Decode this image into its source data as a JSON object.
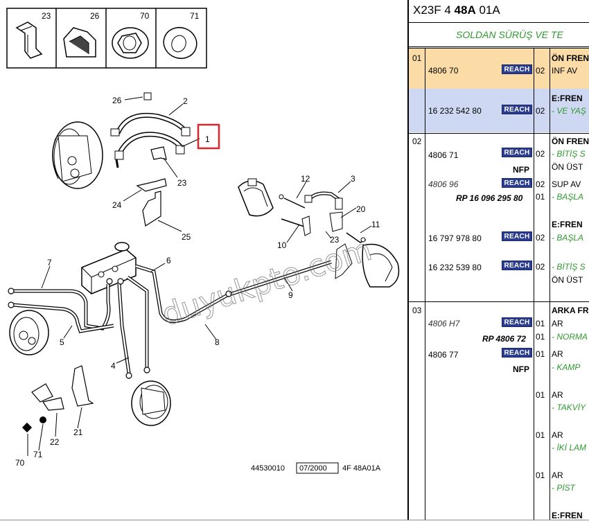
{
  "diagram": {
    "ref_code": "44530010",
    "date_box": "07/2000",
    "variant": "4F  48A01A",
    "watermark": "duyukpto.com",
    "thumb_labels": [
      "23",
      "26",
      "70",
      "71"
    ],
    "callouts": {
      "c26": "26",
      "c2": "2",
      "c1": "1",
      "c23a": "23",
      "c24": "24",
      "c25": "25",
      "c12": "12",
      "c3": "3",
      "c20": "20",
      "c11": "11",
      "c10": "10",
      "c23b": "23",
      "c9": "9",
      "c7": "7",
      "c6": "6",
      "c5": "5",
      "c8": "8",
      "c4": "4",
      "c22": "22",
      "c21": "21",
      "c70": "70",
      "c71": "71"
    }
  },
  "panel": {
    "ref_prefix": "X23F 4 ",
    "ref_bold": "48A",
    "ref_suffix": " 01A",
    "subtitle": "SOLDAN SÜRÜŞ VE TE",
    "reach": "REACH",
    "rows": {
      "r1_grp": "01",
      "r1a_pn": "4806 70",
      "r1a_qty": "02",
      "r1a_head": "ÖN FREN",
      "r1a_desc": "INF AV",
      "r1b_pn": "16 232 542 80",
      "r1b_qty": "02",
      "r1b_head": "E:FREN",
      "r1b_desc": "- VE YAŞ",
      "r2_grp": "02",
      "r2a_pn": "4806 71",
      "r2a_nfp": "NFP",
      "r2a_qty": "02",
      "r2a_head": "ÖN FREN",
      "r2a_desc": "- BİTİŞ S",
      "r2a_desc2": "ÖN ÜST",
      "r2b_pn": "4806 96",
      "r2b_qty": "02",
      "r2b_desc": "SUP AV",
      "r2b_rp": "RP 16 096 295 80",
      "r2b_qty2": "01",
      "r2b_desc2": "- BAŞLA",
      "r2c_head": "E:FREN",
      "r2c_pn": "16 797 978 80",
      "r2c_qty": "02",
      "r2c_desc": "- BAŞLA",
      "r2d_pn": "16 232 539 80",
      "r2d_qty": "02",
      "r2d_desc": "- BİTİŞ S",
      "r2d_desc2": "ÖN ÜST",
      "r3_grp": "03",
      "r3_head": "ARKA FR",
      "r3a_pn": "4806 H7",
      "r3a_qty": "01",
      "r3a_desc": "AR",
      "r3a_rp": "RP 4806 72",
      "r3a_qty2": "01",
      "r3a_desc2": "- NORMA",
      "r3b_pn": "4806 77",
      "r3b_nfp": "NFP",
      "r3b_qty": "01",
      "r3b_desc": "AR",
      "r3b_desc2": "- KAMP",
      "r3c_qty": "01",
      "r3c_desc": "AR",
      "r3c_desc2": "- TAKVİY",
      "r3d_qty": "01",
      "r3d_desc": "AR",
      "r3d_desc2": "- İKİ LAM",
      "r3e_qty": "01",
      "r3e_desc": "AR",
      "r3e_desc2": "- PİST",
      "r4_head": "E:FREN"
    }
  },
  "colors": {
    "highlight_row_orange": "#fbdca6",
    "highlight_row_blue": "#cfd8f3",
    "reach_badge": "#2b3d8f",
    "callout_box": "#e0242a",
    "subtitle_green": "#2f9a2f"
  }
}
